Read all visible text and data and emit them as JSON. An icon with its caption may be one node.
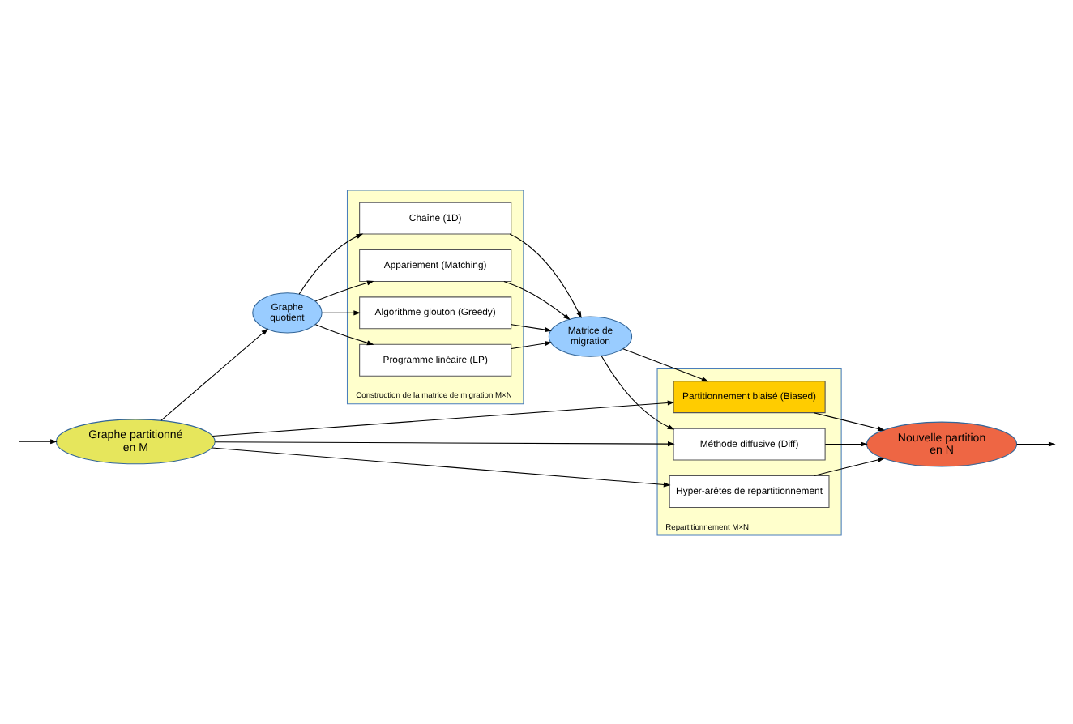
{
  "diagram": {
    "nodes": [
      {
        "text": [
          "Construction de la matrice de migration M×N"
        ]
      },
      {
        "text": [
          "Chaîne (1D)"
        ],
        "in": 0
      },
      {
        "text": [
          "Appariement (Matching)"
        ],
        "in": 0
      },
      {
        "text": [
          "Algorithme glouton (Greedy)"
        ],
        "in": 0
      },
      {
        "text": [
          "Programme linéaire (LP)"
        ],
        "in": 0
      },
      {
        "text": [
          "Graphe quotient"
        ]
      },
      {
        "text": [
          "Matrice de migration"
        ]
      },
      {
        "text": [
          "Repartitionnement M×N"
        ]
      },
      {
        "text": [
          "Partitionnement biaisé (Biased)"
        ],
        "in": 7
      },
      {
        "text": [
          "Méthode diffusive (Diff)"
        ],
        "in": 7
      },
      {
        "text": [
          "Hyper-arêtes de repartitionnement"
        ],
        "in": 7
      },
      {
        "text": [
          "Graphe partitionné en M"
        ]
      },
      {
        "text": [
          "Nouvelle partition en N"
        ]
      }
    ],
    "edges": [
      {
        "from": null,
        "to": 11,
        "arrow": "to"
      },
      {
        "from": 11,
        "to": 5,
        "arrow": "to"
      },
      {
        "from": 5,
        "to": 1,
        "arrow": "to"
      },
      {
        "from": 5,
        "to": 2,
        "arrow": "to"
      },
      {
        "from": 5,
        "to": 3,
        "arrow": "to"
      },
      {
        "from": 5,
        "to": 4,
        "arrow": "to"
      },
      {
        "from": 1,
        "to": 6,
        "arrow": "to"
      },
      {
        "from": 2,
        "to": 6,
        "arrow": "to"
      },
      {
        "from": 3,
        "to": 6,
        "arrow": "to"
      },
      {
        "from": 4,
        "to": 6,
        "arrow": "to"
      },
      {
        "from": 6,
        "to": 8,
        "arrow": "to"
      },
      {
        "from": 6,
        "to": 9,
        "arrow": "to"
      },
      {
        "from": 11,
        "to": 8,
        "arrow": "to"
      },
      {
        "from": 11,
        "to": 9,
        "arrow": "to"
      },
      {
        "from": 11,
        "to": 10,
        "arrow": "to"
      },
      {
        "from": 8,
        "to": 12,
        "arrow": "to"
      },
      {
        "from": 9,
        "to": 12,
        "arrow": "to"
      },
      {
        "from": 10,
        "to": 12,
        "arrow": "to"
      },
      {
        "from": 12,
        "to": null,
        "arrow": "to"
      }
    ]
  }
}
